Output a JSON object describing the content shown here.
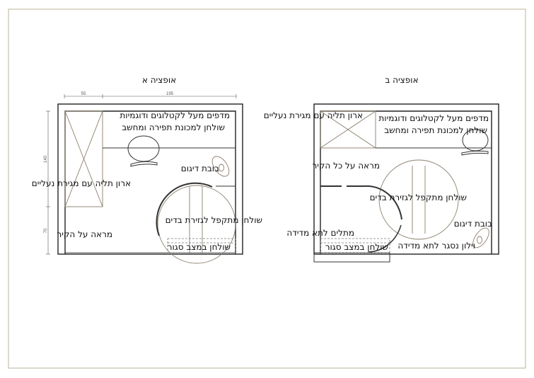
{
  "option_a": {
    "title": "אופציה א",
    "dimensions": {
      "top_left": "55",
      "top_right": "195",
      "side_top": "140",
      "side_bottom": "70"
    },
    "labels": {
      "shelves": "מדפים מעל לקטלוגים ודוגמיות",
      "sewing_desk": "שולחן למכונת תפירה ומחשב",
      "mannequin": "בובת דיגום",
      "wardrobe": "ארון תליה עם מגירת נעליים",
      "folding_table": "שולחן מתקפל לגזירת בדים",
      "mirror": "מראה על הקיר",
      "closed_table": "שולחן במצב סגור"
    }
  },
  "option_b": {
    "title": "אופציה ב",
    "labels": {
      "wardrobe": "ארון תליה עם מגירת נעליים",
      "shelves": "מדפים מעל לקטלוגים ודוגמיות",
      "sewing_desk": "שולחן למכונת תפירה ומחשב",
      "mirror": "מראה על כל הקיר",
      "folding_table": "שולחן מתקפל לגזירת בדים",
      "mannequin": "בובת דיגום",
      "hangers": "מתלים לתא מדידה",
      "closed_table": "שולחן במצב סגור",
      "curtain": "וילון נסגר לתא מדידה"
    }
  }
}
